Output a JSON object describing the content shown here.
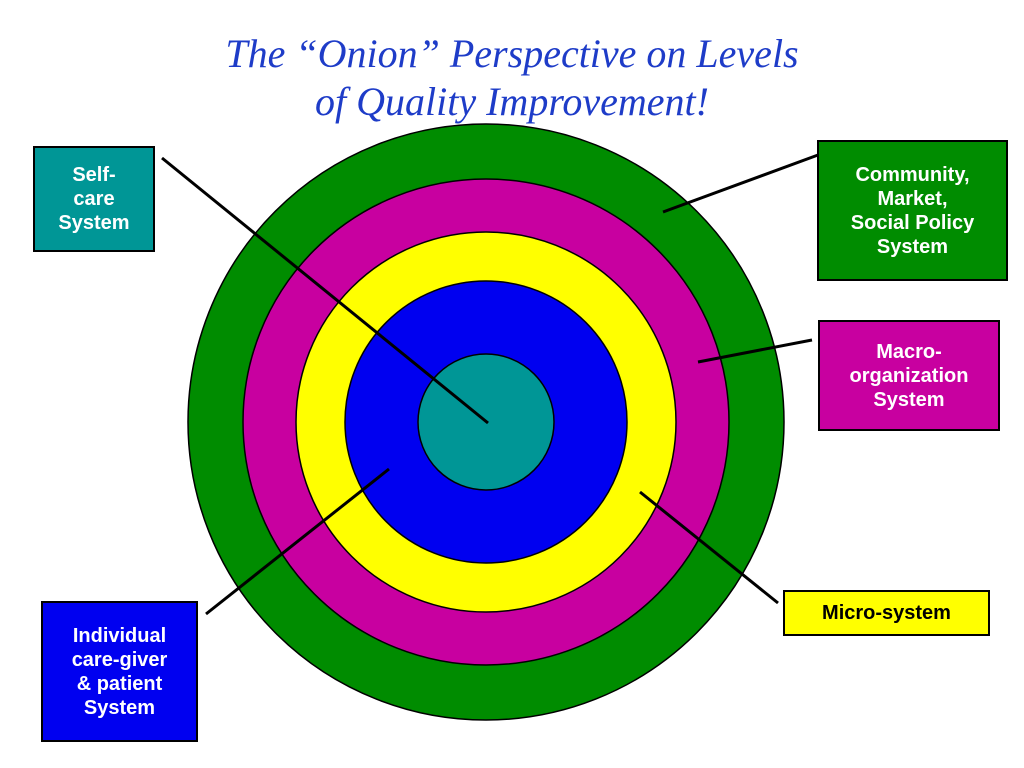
{
  "title": {
    "line1": "The “Onion” Perspective on Levels",
    "line2": "of Quality Improvement!"
  },
  "colors": {
    "green": "#008c00",
    "magenta": "#c800a0",
    "yellow": "#ffff00",
    "blue": "#0000f0",
    "teal": "#009696",
    "title": "#1e3cc8"
  },
  "labels": {
    "self_care": [
      "Self-",
      "care",
      "System"
    ],
    "community": [
      "Community,",
      "Market,",
      "Social Policy",
      "System"
    ],
    "macro": [
      "Macro-",
      "organization",
      "System"
    ],
    "micro": [
      "Micro-system"
    ],
    "individual": [
      "Individual",
      "care-giver",
      "& patient",
      "System"
    ]
  }
}
